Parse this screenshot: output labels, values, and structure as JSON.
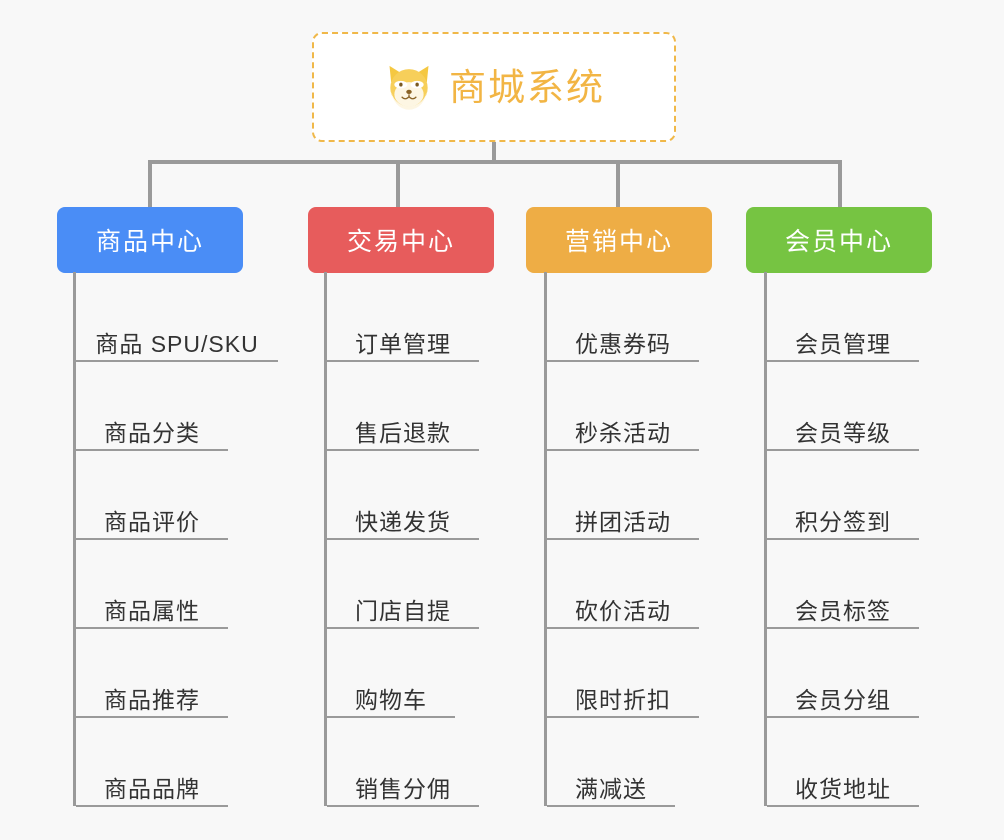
{
  "diagram": {
    "type": "org-tree",
    "background_color": "#f8f8f8",
    "root": {
      "title": "商城系统",
      "icon": "shiba-dog-icon",
      "border_color": "#f0b849",
      "text_color": "#f2b544",
      "background_color": "#ffffff"
    },
    "connector_color": "#9a9a9a",
    "leaf_text_color": "#333333",
    "branches": [
      {
        "label": "商品中心",
        "color": "#4a8df6",
        "items": [
          "商品 SPU/SKU",
          "商品分类",
          "商品评价",
          "商品属性",
          "商品推荐",
          "商品品牌"
        ]
      },
      {
        "label": "交易中心",
        "color": "#e75c5c",
        "items": [
          "订单管理",
          "售后退款",
          "快递发货",
          "门店自提",
          "购物车",
          "销售分佣"
        ]
      },
      {
        "label": "营销中心",
        "color": "#eead45",
        "items": [
          "优惠券码",
          "秒杀活动",
          "拼团活动",
          "砍价活动",
          "限时折扣",
          "满减送"
        ]
      },
      {
        "label": "会员中心",
        "color": "#76c442",
        "items": [
          "会员管理",
          "会员等级",
          "积分签到",
          "会员标签",
          "会员分组",
          "收货地址"
        ]
      }
    ]
  }
}
